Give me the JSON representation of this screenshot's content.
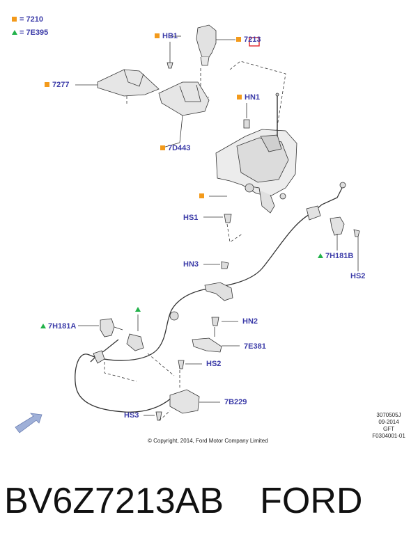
{
  "legend": {
    "square_code": "7210",
    "triangle_code": "7E395"
  },
  "labels": {
    "hb1": "HB1",
    "p7213": "7213",
    "p7277": "7277",
    "hn1": "HN1",
    "p7d443": "7D443",
    "hs1_top": "HS1",
    "hn3": "HN3",
    "p7h181b": "7H181B",
    "hs2_right": "HS2",
    "p7h181a": "7H181A",
    "hn2": "HN2",
    "p7e381": "7E381",
    "hs2_mid": "HS2",
    "p7b229": "7B229",
    "hs3": "HS3"
  },
  "meta": {
    "ref_code": "3070505J",
    "date": "09-2014",
    "gft": "GFT",
    "figure_id": "F0304001-01"
  },
  "copyright": "© Copyright, 2014, Ford Motor Company Limited",
  "caption": {
    "part_number": "BV6Z7213AB",
    "brand": "FORD"
  },
  "colors": {
    "label_blue": "#3b3ba8",
    "marker_orange": "#f39a1b",
    "marker_green": "#22b24a",
    "highlight_red": "#e2242b",
    "arrow_blue": "#9fb0d8"
  }
}
